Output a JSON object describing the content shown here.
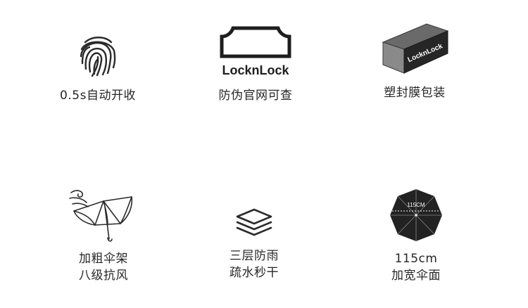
{
  "features": [
    {
      "id": "auto-open",
      "icon": "fingerprint-icon",
      "lines": [
        "0.5s自动开收"
      ]
    },
    {
      "id": "authenticity",
      "icon": "locknlock-logo",
      "logo_text": "LocknLock",
      "lines": [
        "防伪官网可查"
      ]
    },
    {
      "id": "packaging",
      "icon": "box-icon",
      "box_text": "LocknLock",
      "lines": [
        "塑封膜包装"
      ]
    },
    {
      "id": "wind-resistance",
      "icon": "umbrella-wind-icon",
      "lines": [
        "加粗伞架",
        "八级抗风"
      ]
    },
    {
      "id": "waterproof-layers",
      "icon": "layers-icon",
      "lines": [
        "三层防雨",
        "疏水秒干"
      ]
    },
    {
      "id": "canopy-size",
      "icon": "umbrella-top-icon",
      "size_text": "115CM",
      "lines": [
        "115cm",
        "加宽伞面"
      ]
    }
  ]
}
